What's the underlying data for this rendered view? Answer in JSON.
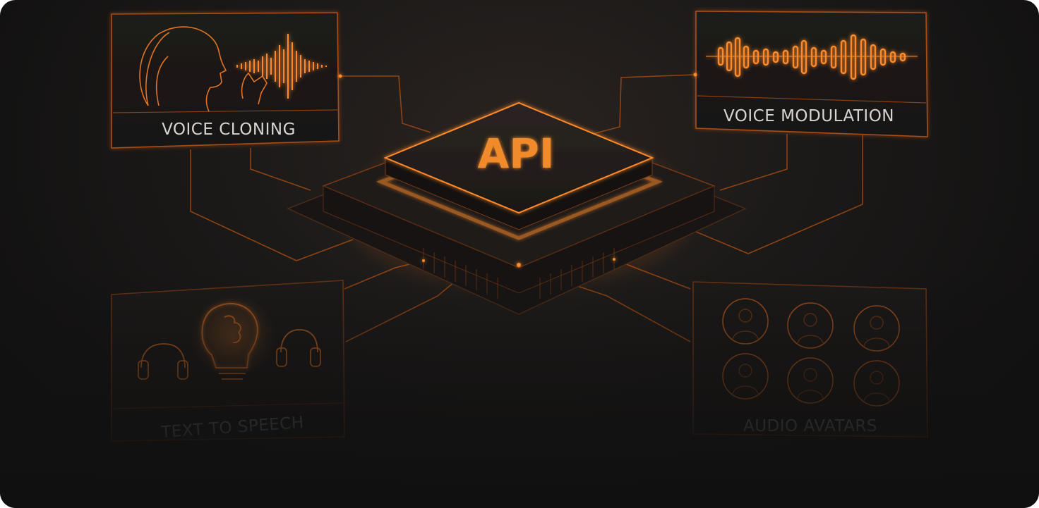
{
  "colors": {
    "accent": "#ff8a2a",
    "background": "#161515",
    "panel": "#1b1918",
    "label_text": "#d8d4d0"
  },
  "chip": {
    "label": "API"
  },
  "cards": {
    "voice_cloning": {
      "label": "VOICE CLONING",
      "icon": "woman-profile-soundwave-icon"
    },
    "voice_modulation": {
      "label": "VOICE MODULATION",
      "icon": "soundwave-icon"
    },
    "text_to_speech": {
      "label": "TEXT TO SPEECH",
      "icon": "lightbulb-brain-headphones-icon"
    },
    "audio_avatars": {
      "label": "AUDIO AVATARS",
      "icon": "avatar-grid-icon"
    }
  }
}
